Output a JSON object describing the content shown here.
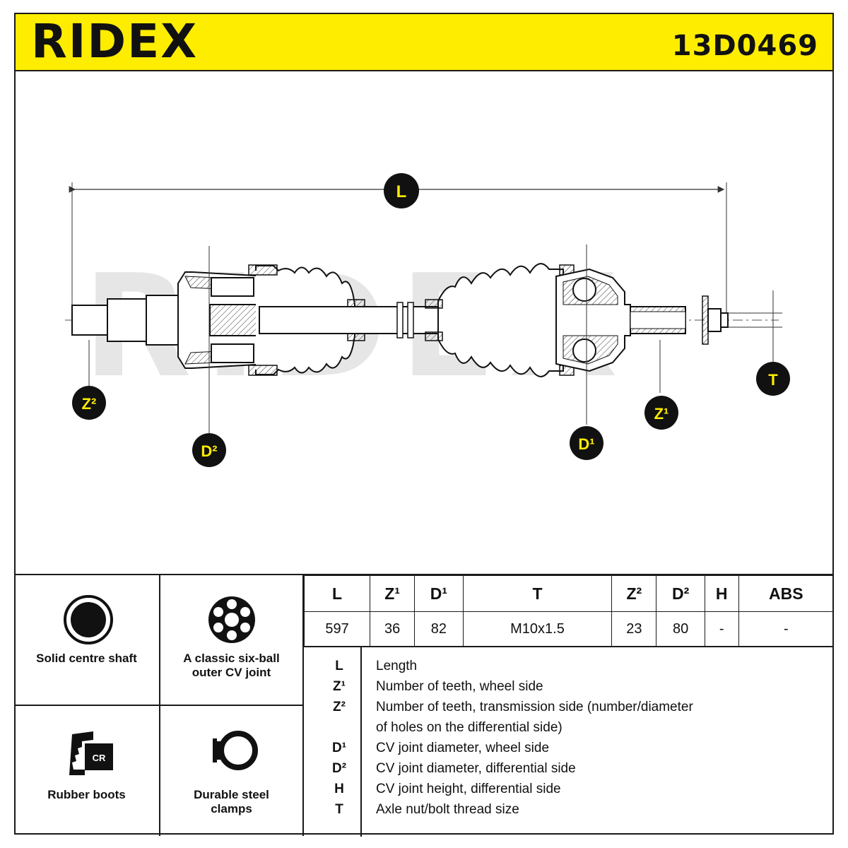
{
  "header": {
    "logo_text": "RIDEX",
    "part_number": "13D0469",
    "background_color": "#ffed00"
  },
  "diagram": {
    "dimension_labels": {
      "L": "L",
      "Z2": "Z²",
      "D2": "D²",
      "D1": "D¹",
      "Z1": "Z¹",
      "T": "T"
    },
    "watermark": "RIDEX"
  },
  "features": [
    {
      "label": "Solid centre shaft",
      "icon": "solid-shaft-icon"
    },
    {
      "label": "A classic six-ball outer CV joint",
      "icon": "six-ball-joint-icon"
    },
    {
      "label": "Rubber boots",
      "icon": "rubber-boot-icon",
      "badge": "CR"
    },
    {
      "label": "Durable steel clamps",
      "icon": "steel-clamp-icon"
    }
  ],
  "spec_table": {
    "headers": [
      "L",
      "Z¹",
      "D¹",
      "T",
      "Z²",
      "D²",
      "H",
      "ABS"
    ],
    "values": [
      "597",
      "36",
      "82",
      "M10x1.5",
      "23",
      "80",
      "-",
      "-"
    ]
  },
  "legend": [
    {
      "key": "L",
      "text": "Length"
    },
    {
      "key": "Z¹",
      "text": "Number of teeth, wheel side"
    },
    {
      "key": "Z²",
      "text": "Number of teeth, transmission side (number/diameter"
    },
    {
      "key": "",
      "text": "of holes on the differential side)"
    },
    {
      "key": "D¹",
      "text": "CV joint diameter, wheel side"
    },
    {
      "key": "D²",
      "text": "CV joint diameter, differential side"
    },
    {
      "key": "H",
      "text": "CV joint height, differential side"
    },
    {
      "key": "T",
      "text": "Axle nut/bolt thread size"
    }
  ]
}
